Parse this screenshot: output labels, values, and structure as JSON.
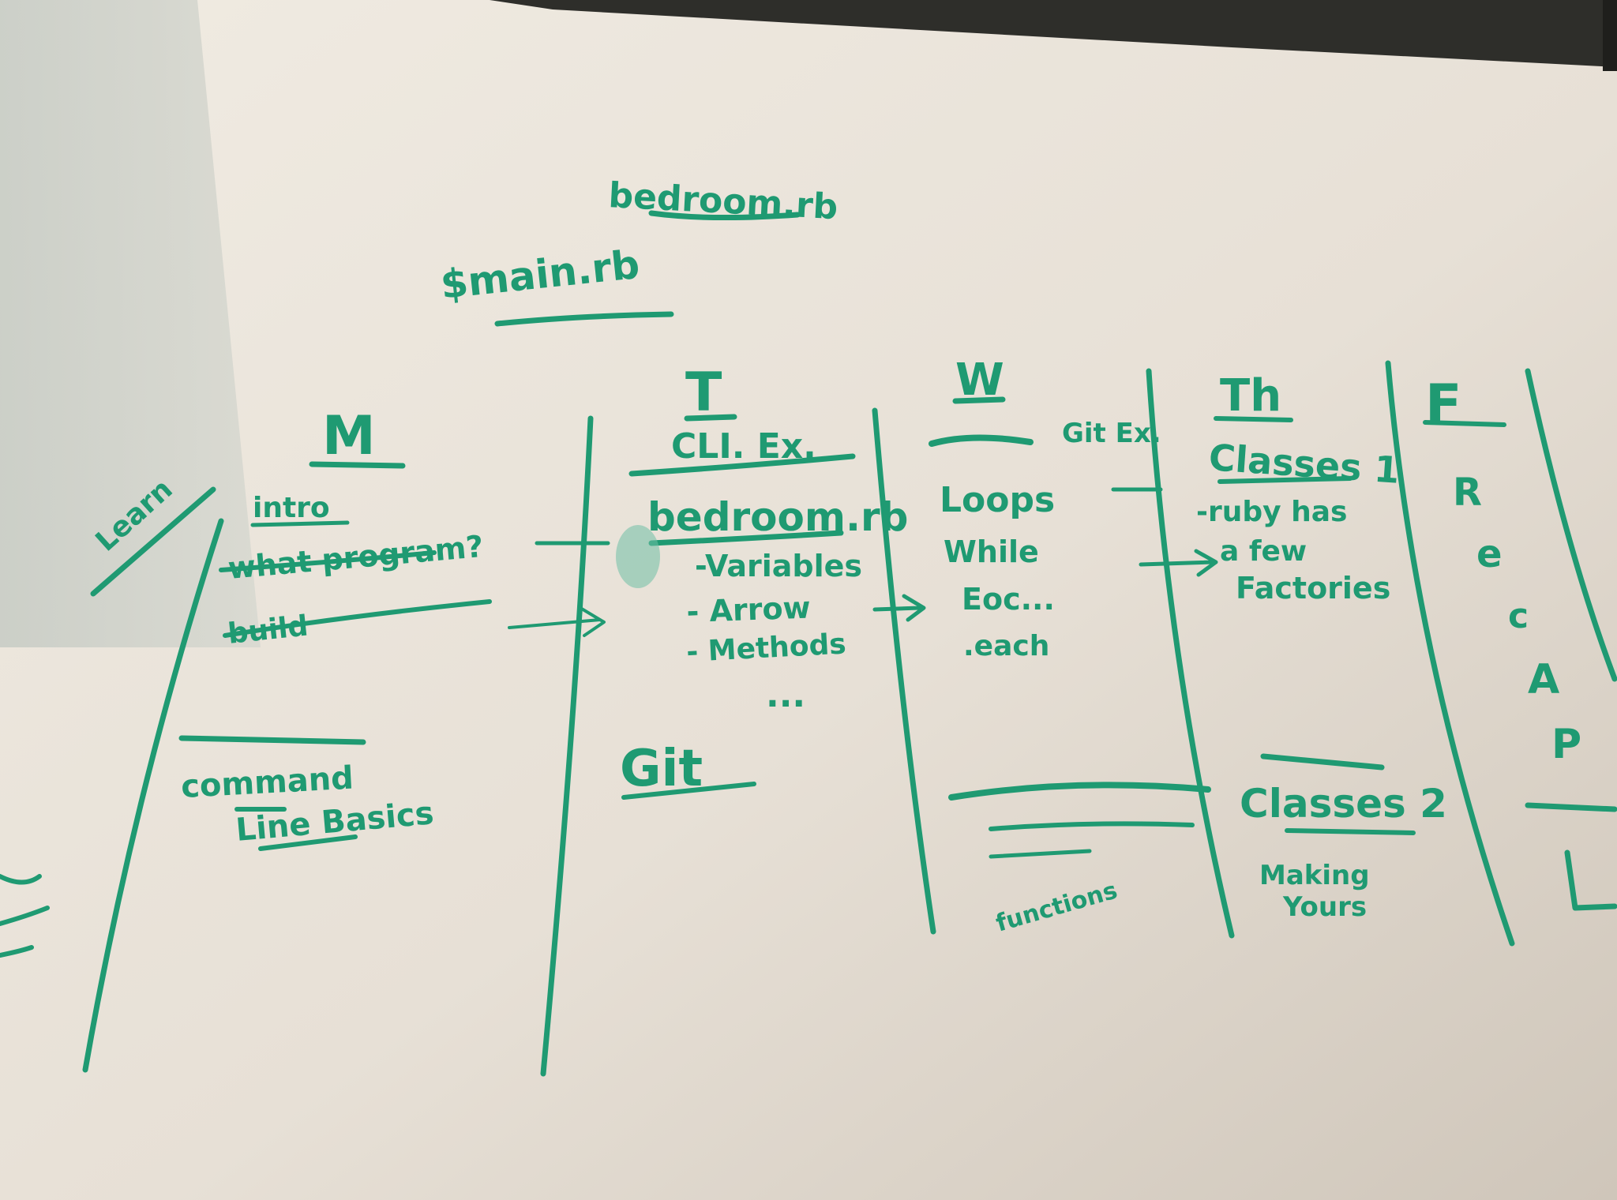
{
  "board": {
    "top_lines": [
      "bedroom.rb",
      "$main.rb"
    ],
    "days": [
      {
        "header": "M",
        "items": [
          "intro",
          "what program?",
          "build",
          "command",
          "Line Basics"
        ]
      },
      {
        "header": "T",
        "items": [
          "CLI. Ex.",
          "bedroom.rb",
          "-Variables",
          "- Arrow",
          "- Methods",
          "...",
          "Git"
        ]
      },
      {
        "header": "W",
        "items": [
          "Loops",
          "While",
          "Eoc...",
          ".each",
          "Git Ex.",
          "functions"
        ]
      },
      {
        "header": "Th",
        "items": [
          "Classes 1",
          "-ruby has",
          "a few",
          "Factories",
          "Classes 2",
          "Making",
          "Yours"
        ]
      },
      {
        "header": "F",
        "items": [
          "R",
          "e",
          "c",
          "A",
          "P"
        ]
      }
    ],
    "margin_note": "Learn"
  },
  "colors": {
    "marker": "#1f9a72",
    "board": "#ece6dc",
    "shadow": "#cfcbc2",
    "frame": "#3a3a36"
  }
}
